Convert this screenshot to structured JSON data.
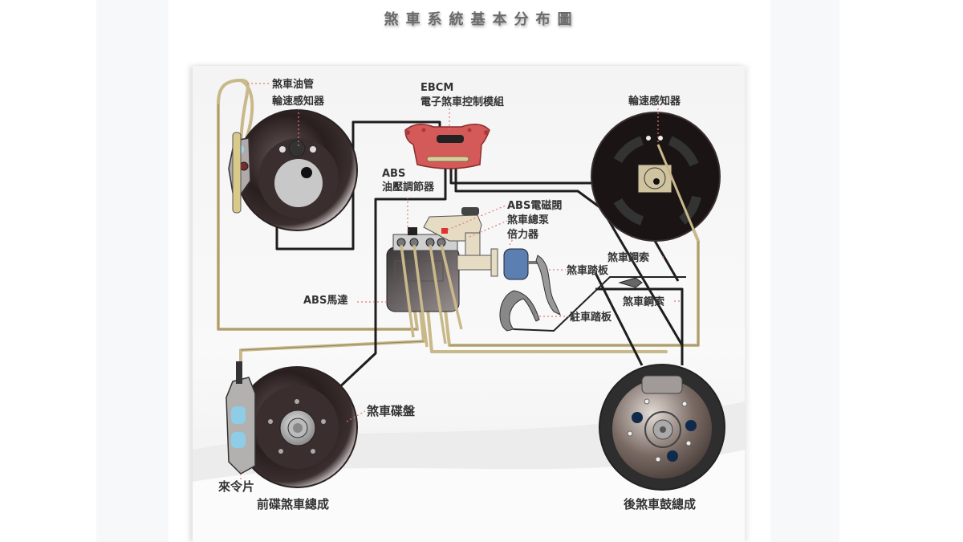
{
  "title": "煞車系統基本分布圖",
  "colors": {
    "brake_line": "#c9b98a",
    "wire": "#222222",
    "ebcm": "#d45a5a",
    "leader": "#e07a7a",
    "disc_dark": "#2a1f1f",
    "booster": "#5a7fb0",
    "rear_hub_dots": "#0f2a4a"
  },
  "labels": {
    "brake_pipe": "煞車油管",
    "wheel_sensor_front": "輪速感知器",
    "ebcm_abbr": "EBCM",
    "ebcm_full": "電子煞車控制模組",
    "wheel_sensor_rear": "輪速感知器",
    "abs_modulator_abbr": "ABS",
    "abs_modulator_full": "油壓調節器",
    "abs_solenoid": "ABS電磁閥",
    "master_cylinder": "煞車總泵",
    "booster": "倍力器",
    "brake_pedal": "煞車踏板",
    "parking_brake_cable_1": "煞車鋼索",
    "parking_brake_cable_2": "煞車鋼索",
    "abs_motor": "ABS馬達",
    "parking_pedal": "駐車踏板",
    "brake_disc": "煞車碟盤",
    "brake_pad": "來令片",
    "front_disc_assembly": "前碟煞車總成",
    "rear_drum_assembly": "後煞車鼓總成"
  }
}
